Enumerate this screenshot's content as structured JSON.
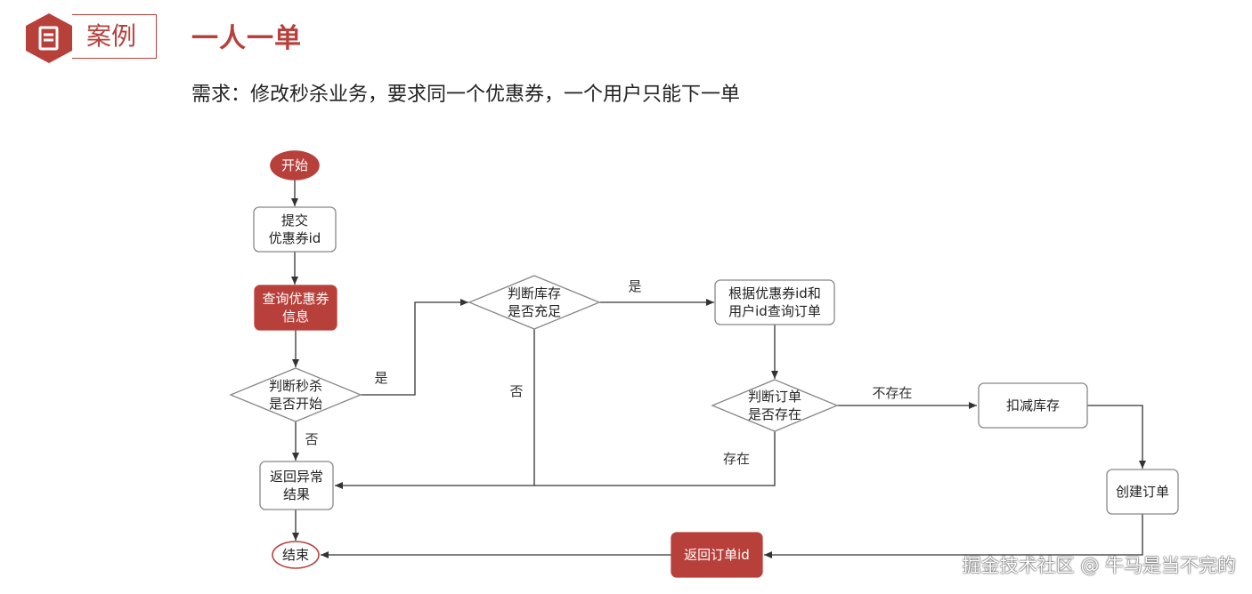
{
  "header": {
    "section_label": "案例",
    "title": "一人一单",
    "requirement": "需求：修改秒杀业务，要求同一个优惠券，一个用户只能下一单"
  },
  "colors": {
    "accent": "#b8403b",
    "node_border": "#888888",
    "edge": "#333333"
  },
  "diagram": {
    "nodes": {
      "start": [
        "开始"
      ],
      "submit": [
        "提交",
        "优惠券id"
      ],
      "query_coupon": [
        "查询优惠券",
        "信息"
      ],
      "check_time": [
        "判断秒杀",
        "是否开始"
      ],
      "check_stock": [
        "判断库存",
        "是否充足"
      ],
      "query_order": [
        "根据优惠券id和",
        "用户id查询订单"
      ],
      "check_order": [
        "判断订单",
        "是否存在"
      ],
      "deduct_stock": [
        "扣减库存"
      ],
      "create_order": [
        "创建订单"
      ],
      "return_error": [
        "返回异常",
        "结果"
      ],
      "return_order": [
        "返回订单id"
      ],
      "end": [
        "结束"
      ]
    },
    "edge_labels": {
      "time_yes": "是",
      "time_no": "否",
      "stock_yes": "是",
      "stock_no": "否",
      "order_not_exist": "不存在",
      "order_exist": "存在"
    }
  },
  "watermark": "掘金技术社区 @ 牛马是当不完的"
}
